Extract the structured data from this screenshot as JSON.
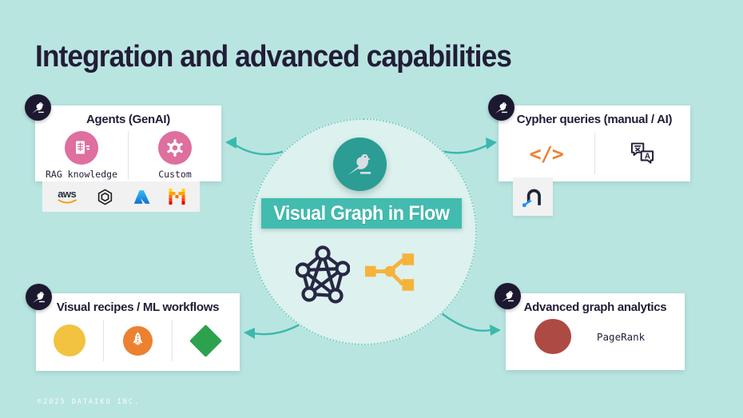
{
  "slide": {
    "title": "Integration and advanced capabilities",
    "footer": "©2025 DATAIKU INC."
  },
  "center": {
    "banner": "Visual Graph in Flow",
    "icons": [
      "dataiku-bird-icon",
      "network-graph-icon",
      "flow-split-icon"
    ]
  },
  "cards": {
    "agents": {
      "title": "Agents (GenAI)",
      "items": [
        {
          "label": "RAG knowledge",
          "icon": "document-icon"
        },
        {
          "label": "Custom",
          "icon": "gear-icon"
        }
      ],
      "providers": [
        {
          "name": "aws-logo",
          "label": "aws"
        },
        {
          "name": "openai-logo"
        },
        {
          "name": "azure-logo"
        },
        {
          "name": "mistral-logo"
        }
      ]
    },
    "cypher": {
      "title": "Cypher queries (manual / AI)",
      "code_glyph": "</>",
      "translate_glyph": "A",
      "icons": [
        "code-icon",
        "translate-icon",
        "neo4j-logo"
      ]
    },
    "recipes": {
      "title": "Visual recipes / ML workflows",
      "icons": [
        "prepare-circle-icon",
        "rocket-circle-icon",
        "dataset-diamond-icon"
      ]
    },
    "analytics": {
      "title": "Advanced graph analytics",
      "algorithm": "PageRank",
      "icon": "pagerank-circle-icon"
    }
  },
  "colors": {
    "background": "#b9e5e1",
    "accent_teal": "#3bb9ac",
    "hub_fill": "#ddf1ee",
    "navy": "#221d37",
    "badge_bg": "#1c1830",
    "pink": "#de6f9e",
    "code_orange": "#f0802f",
    "recipe_yellow": "#f2c340",
    "recipe_orange": "#ec8130",
    "recipe_green": "#2da24e",
    "analytics_red": "#ae4a44",
    "amber_flow": "#f5b33b"
  }
}
